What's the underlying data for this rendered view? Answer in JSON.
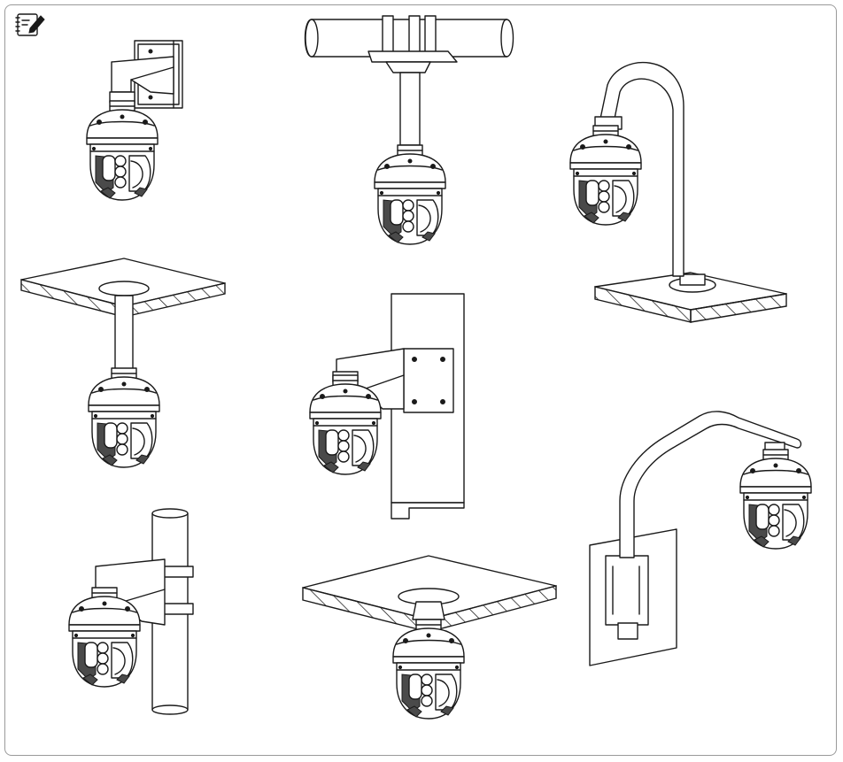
{
  "header": {
    "note_icon": "note-edit-icon"
  },
  "illustrations": [
    {
      "id": "wall-mount",
      "icon": "wall-bracket-camera"
    },
    {
      "id": "pipe-pendant-mount",
      "icon": "horizontal-pipe-pendant-camera"
    },
    {
      "id": "gooseneck-pole-mount",
      "icon": "gooseneck-pole-camera"
    },
    {
      "id": "ceiling-pendant-mount",
      "icon": "ceiling-pendant-camera"
    },
    {
      "id": "corner-mount",
      "icon": "corner-bracket-camera"
    },
    {
      "id": "vertical-pole-mount",
      "icon": "vertical-pole-camera"
    },
    {
      "id": "ceiling-flush-mount",
      "icon": "ceiling-flush-camera"
    },
    {
      "id": "wall-arm-mount",
      "icon": "wall-arm-camera"
    }
  ]
}
